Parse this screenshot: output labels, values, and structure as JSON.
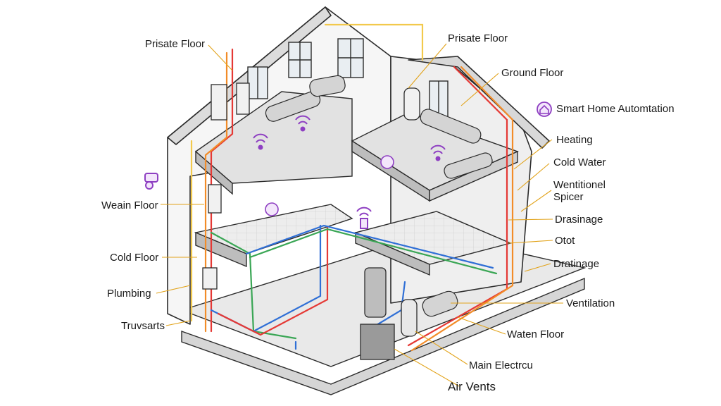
{
  "labels": {
    "private_floor_left": "Prisate Floor",
    "private_floor_right": "Prisate Floor",
    "ground_floor": "Ground Floor",
    "smart_home": "Smart Home Automtation",
    "heating": "Heating",
    "cold_water": "Cold Water",
    "ventilation_spicer": "Wentitionel\nSpicer",
    "drainage_1": "Drasinage",
    "otot": "Otot",
    "drainage_2": "Dratinage",
    "ventilation": "Ventilation",
    "water_floor": "Waten Floor",
    "main_electric": "Main Electrcu",
    "air_vents": "Air Vents",
    "wain_floor": "Weain Floor",
    "cold_floor": "Cold Floor",
    "plumbing": "Plumbing",
    "truvsarts": "Truvsarts"
  },
  "colors": {
    "electric": "#e53935",
    "hot": "#f28c28",
    "gas": "#f2c94c",
    "cold": "#2f6fd6",
    "green": "#3aa655",
    "smart": "#8e3fc2",
    "wall": "#f4f4f4",
    "floor": "#c9c9c9",
    "outline": "#2b2b2b"
  },
  "icons": [
    "wifi-icon",
    "smart-home-icon",
    "security-camera-icon"
  ]
}
